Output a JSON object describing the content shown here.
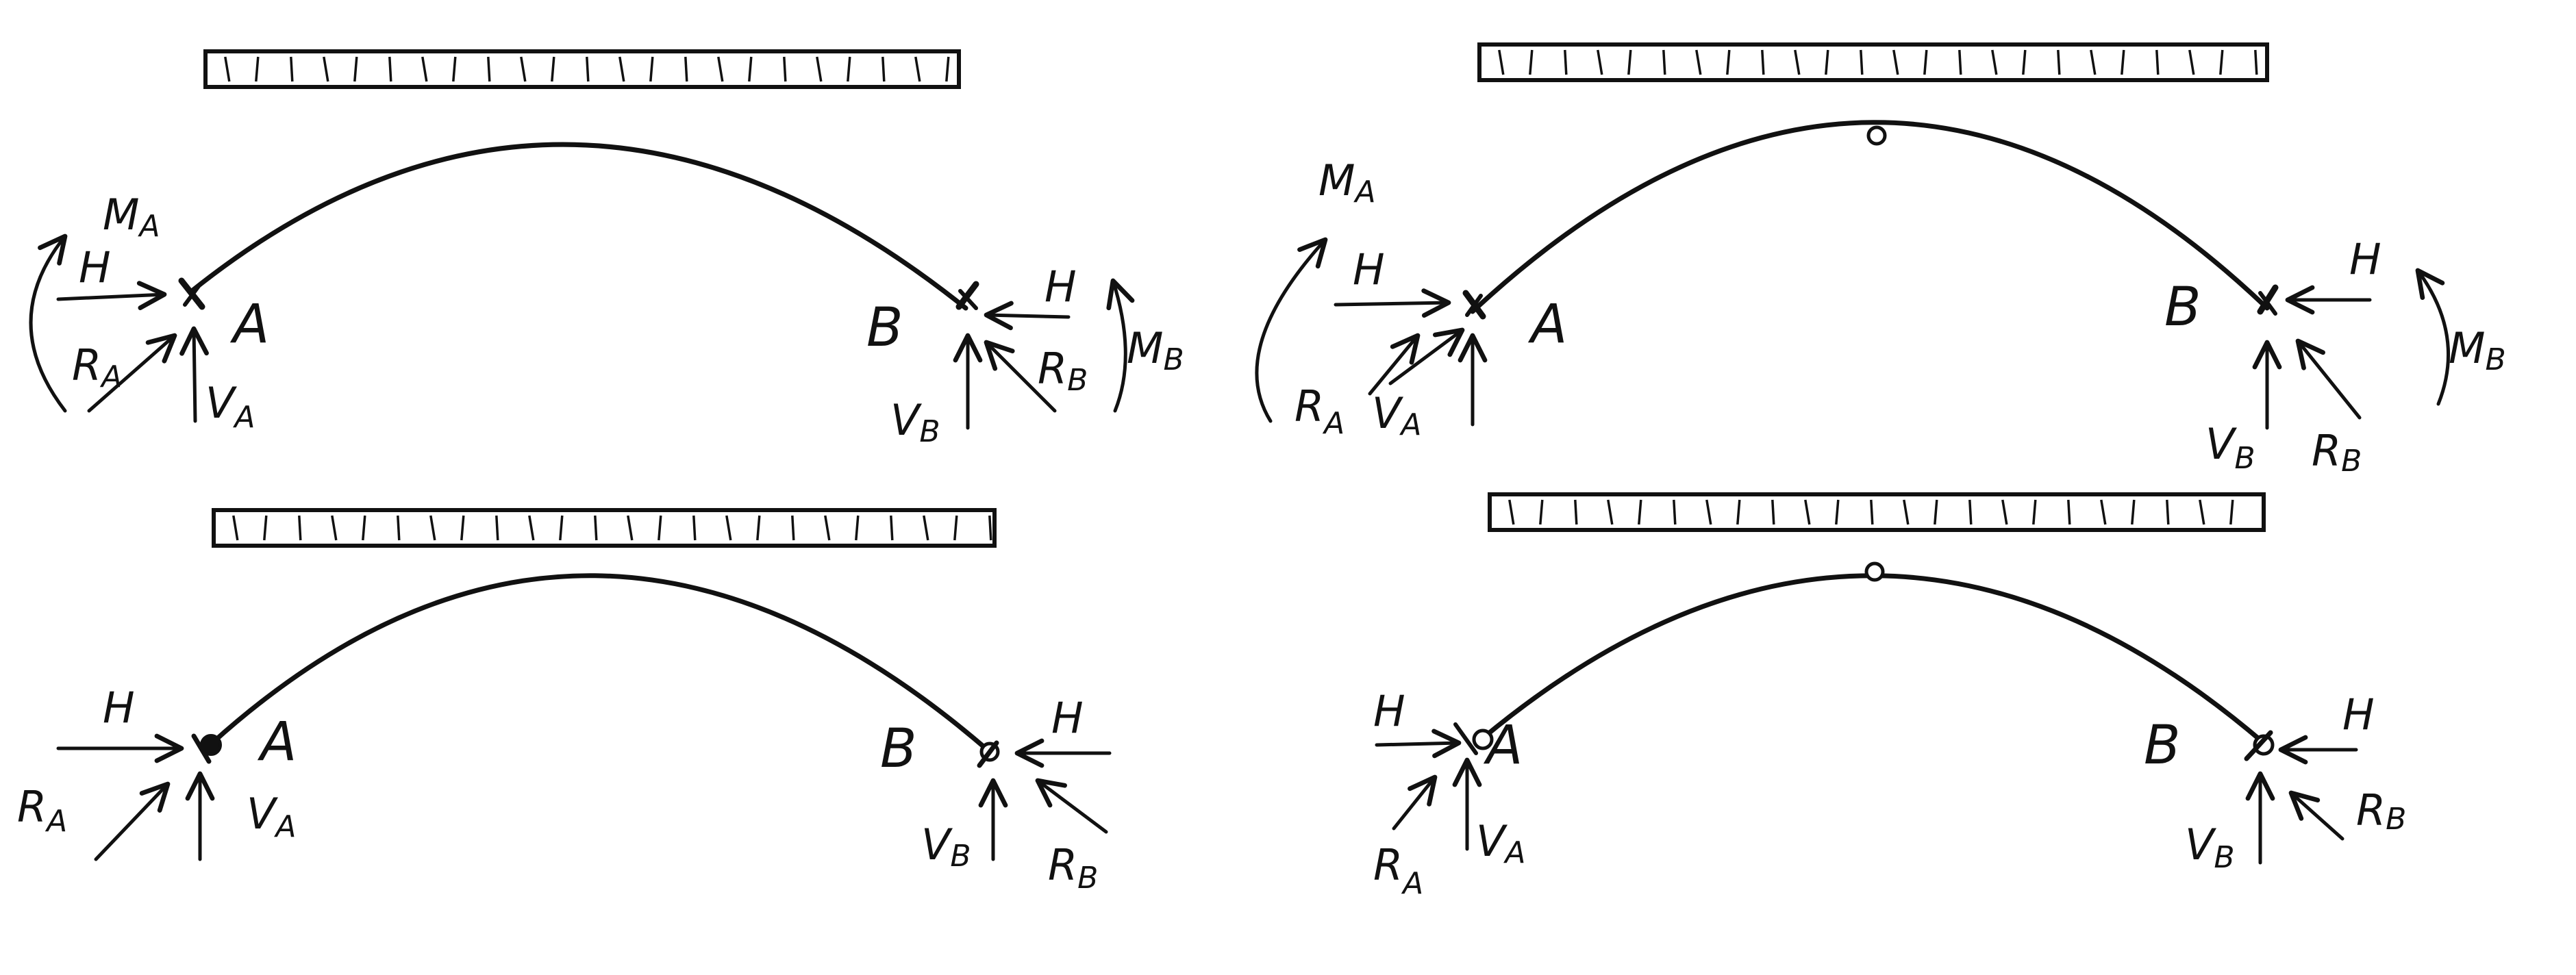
{
  "colors": {
    "ink": "#111111",
    "paper": "#ffffff"
  },
  "panels": [
    {
      "id": "fixed-arch",
      "crown_hinge": false,
      "support_hinges": false,
      "labels": {
        "left_support": "A",
        "right_support": "B",
        "H_left": "H",
        "H_right": "H",
        "R_A": "R",
        "R_A_sub": "A",
        "V_A": "V",
        "V_A_sub": "A",
        "R_B": "R",
        "R_B_sub": "B",
        "V_B": "V",
        "V_B_sub": "B",
        "M_A": "M",
        "M_A_sub": "A",
        "M_B": "M",
        "M_B_sub": "B"
      }
    },
    {
      "id": "fixed-arch-crown-hinge",
      "crown_hinge": true,
      "support_hinges": false,
      "labels": {
        "left_support": "A",
        "right_support": "B",
        "H_left": "H",
        "H_right": "H",
        "R_A": "R",
        "R_A_sub": "A",
        "V_A": "V",
        "V_A_sub": "A",
        "R_B": "R",
        "R_B_sub": "B",
        "V_B": "V",
        "V_B_sub": "B",
        "M_A": "M",
        "M_A_sub": "A",
        "M_B": "M",
        "M_B_sub": "B"
      }
    },
    {
      "id": "two-hinged-arch",
      "crown_hinge": false,
      "support_hinges": true,
      "labels": {
        "left_support": "A",
        "right_support": "B",
        "H_left": "H",
        "H_right": "H",
        "R_A": "R",
        "R_A_sub": "A",
        "V_A": "V",
        "V_A_sub": "A",
        "R_B": "R",
        "R_B_sub": "B",
        "V_B": "V",
        "V_B_sub": "B"
      }
    },
    {
      "id": "three-hinged-arch",
      "crown_hinge": true,
      "support_hinges": true,
      "labels": {
        "left_support": "A",
        "right_support": "B",
        "H_left": "H",
        "H_right": "H",
        "R_A": "R",
        "R_A_sub": "A",
        "V_A": "V",
        "V_A_sub": "A",
        "R_B": "R",
        "R_B_sub": "B",
        "V_B": "V",
        "V_B_sub": "B"
      }
    }
  ]
}
